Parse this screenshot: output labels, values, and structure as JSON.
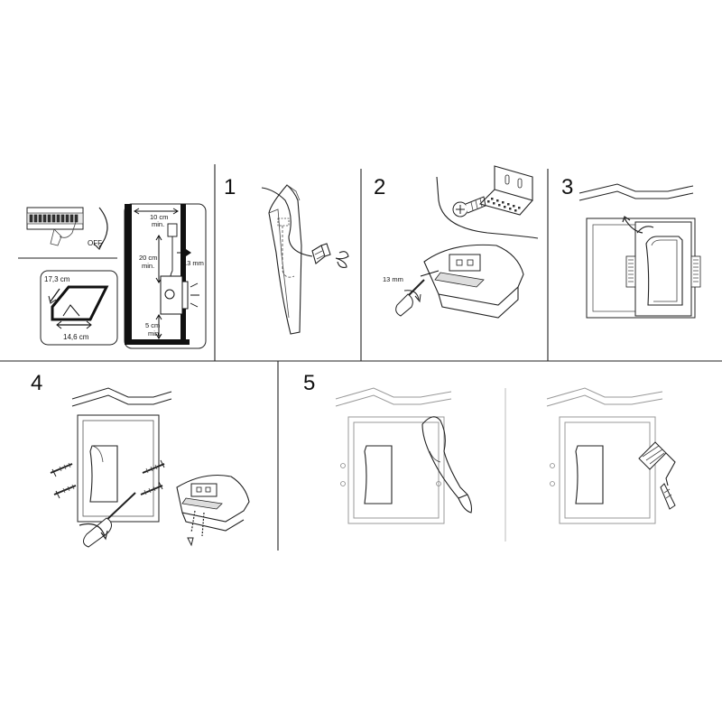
{
  "steps": [
    "1",
    "2",
    "3",
    "4",
    "5"
  ],
  "prep": {
    "switch_state": "OFF",
    "opening_height": "17,3 cm",
    "opening_width": "14,6 cm",
    "clear_top": "10 cm",
    "clear_top_min": "min.",
    "clear_middle": "20 cm",
    "clear_middle_min": "min.",
    "wall_depth": "13 mm",
    "clear_bottom": "5 cm",
    "clear_bottom_min": "min."
  },
  "step2": {
    "depth": "13 mm"
  }
}
